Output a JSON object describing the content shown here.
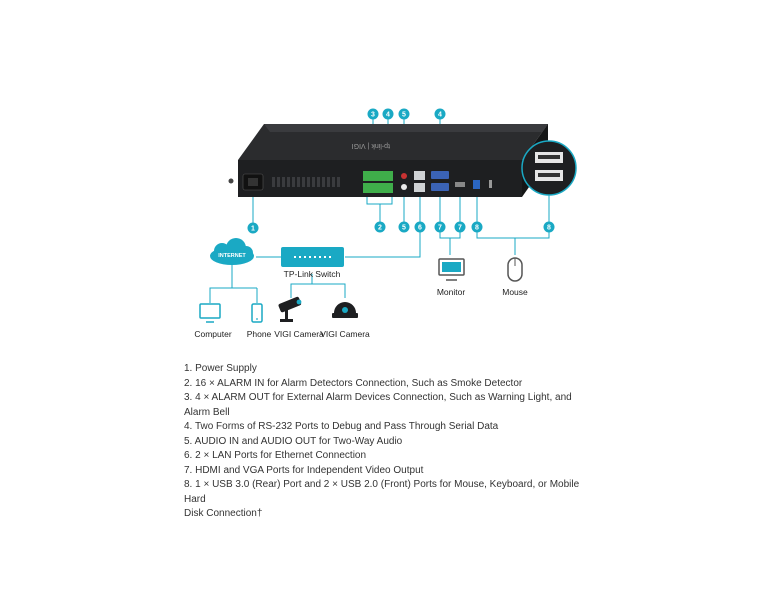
{
  "diagram": {
    "badges": [
      "1",
      "2",
      "3",
      "4",
      "5",
      "6",
      "7",
      "8"
    ],
    "brand_text": "tp-link | VIGI",
    "cloud_label": "INTERNET",
    "switch_label": "TP-Link Switch",
    "devices": {
      "computer": "Computer",
      "phone": "Phone",
      "vigi_camera_bullet": "VIGI Camera",
      "vigi_camera_turret": "VIGI Camera",
      "monitor": "Monitor",
      "mouse": "Mouse"
    },
    "colors": {
      "accent": "#1aa9c4",
      "alarm_terminal": "#3fae4a",
      "device_body": "#1e1f21"
    }
  },
  "features": [
    "1. Power Supply",
    "2. 16 × ALARM IN for Alarm Detectors  Connection, Such as Smoke Detector",
    "3. 4 × ALARM OUT for External Alarm Devices Connection, Such as Warning Light, and Alarm Bell",
    "4. Two Forms of  RS-232 Ports to Debug and Pass Through Serial Data",
    "5. AUDIO IN and AUDIO OUT for Two-Way Audio",
    "6. 2 × LAN Ports for Ethernet Connection",
    "7. HDMI and VGA Ports for Independent Video Output",
    "8. 1 × USB 3.0 (Rear) Port and 2 × USB 2.0 (Front) Ports for Mouse, Keyboard, or Mobile Hard",
    "Disk Connection†"
  ]
}
